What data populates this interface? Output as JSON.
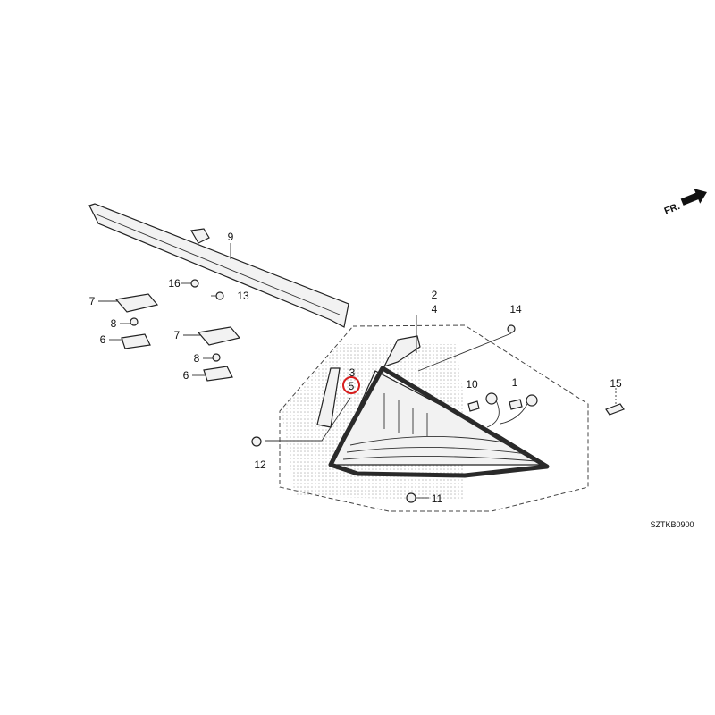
{
  "diagram": {
    "code": "SZTKB0900",
    "direction_label": "FR.",
    "callouts": {
      "c1": "1",
      "c2": "2",
      "c3": "3",
      "c4": "4",
      "c5": "5",
      "c6a": "6",
      "c6b": "6",
      "c7a": "7",
      "c7b": "7",
      "c8a": "8",
      "c8b": "8",
      "c9": "9",
      "c10": "10",
      "c11": "11",
      "c12": "12",
      "c13": "13",
      "c14": "14",
      "c15": "15",
      "c16": "16"
    },
    "highlight_color": "#d81e1e"
  }
}
